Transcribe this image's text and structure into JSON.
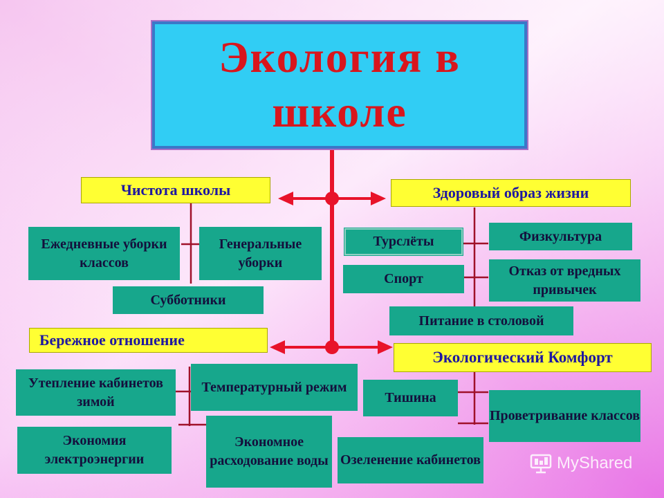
{
  "title": "Экология в школе",
  "branches": {
    "cleanliness": {
      "header": "Чистота школы",
      "items": [
        "Ежедневные уборки классов",
        "Генеральные уборки",
        "Субботники"
      ]
    },
    "healthy": {
      "header": "Здоровый образ жизни",
      "items": [
        "Турслёты",
        "Физкультура",
        "Спорт",
        "Отказ от вредных привычек",
        "Питание в столовой"
      ]
    },
    "careful": {
      "header": "Бережное отношение",
      "items": [
        "Утепление кабинетов зимой",
        "Температурный режим",
        "Экономия электроэнергии",
        "Экономное расходование воды"
      ]
    },
    "comfort": {
      "header": "Экологический Комфорт",
      "items": [
        "Тишина",
        "Проветривание классов",
        "Озеленение кабинетов"
      ]
    }
  },
  "watermark": "MyShared",
  "colors": {
    "title_bg": "#31cdf4",
    "title_text": "#d8161d",
    "header_bg": "#ffff33",
    "header_text": "#1f18a0",
    "item_bg": "#17a78c",
    "connector": "#e8132a"
  }
}
